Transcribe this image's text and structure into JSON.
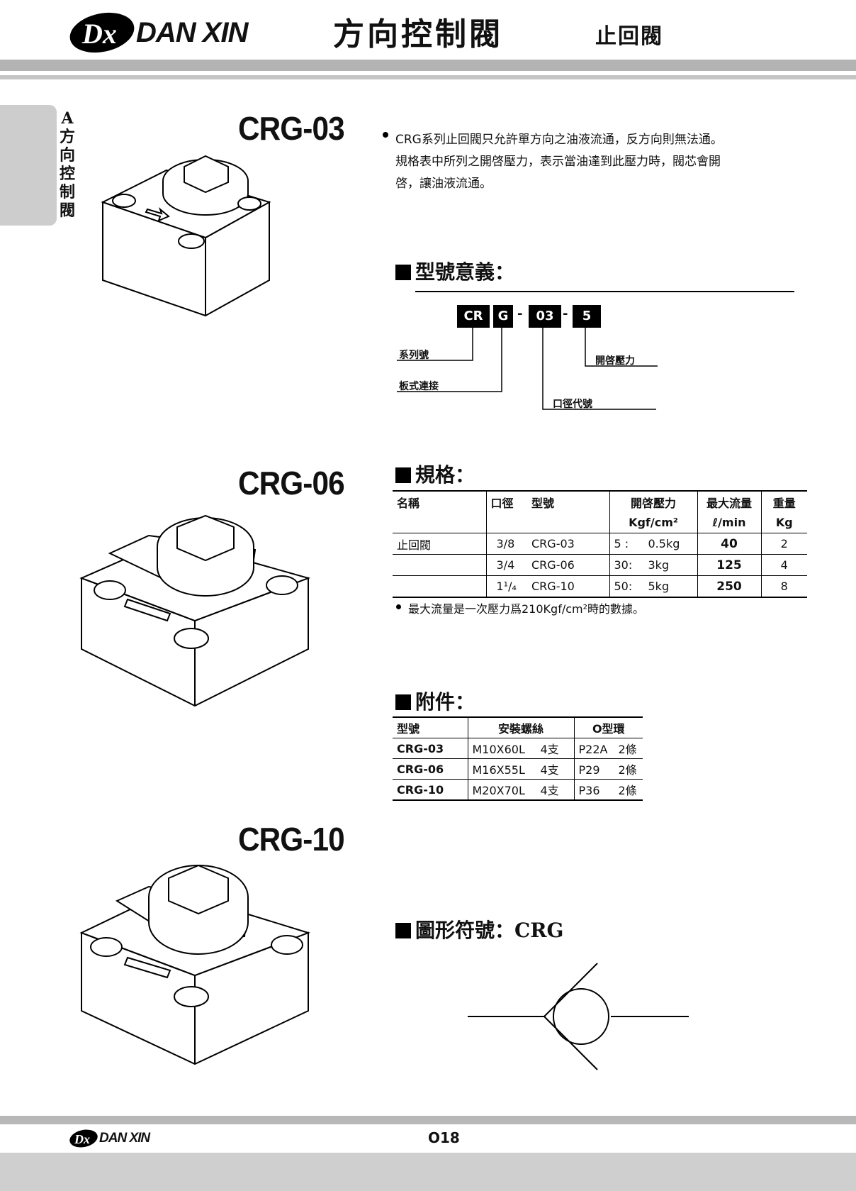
{
  "header": {
    "brand": "DAN XIN",
    "logo_letters": "Dx",
    "title": "方向控制閥",
    "subtitle": "止回閥"
  },
  "side_tab": {
    "chars": [
      "A",
      "方",
      "向",
      "控",
      "制",
      "閥"
    ]
  },
  "models": {
    "m1": "CRG-03",
    "m2": "CRG-06",
    "m3": "CRG-10"
  },
  "description": {
    "lines": [
      "CRG系列止回閥只允許單方向之油液流通，反方向則無法通。",
      "規格表中所列之開啓壓力，表示當油達到此壓力時，閥芯會開",
      "啓，讓油液流通。"
    ]
  },
  "model_code": {
    "heading": "型號意義：",
    "boxes": [
      "CR",
      "G",
      "03",
      "5"
    ],
    "dashes": [
      "-",
      "-"
    ],
    "labels": {
      "series": "系列號",
      "plate": "板式連接",
      "pressure": "開啓壓力",
      "size": "口徑代號"
    }
  },
  "spec": {
    "heading": "規格：",
    "headers": {
      "name": "名稱",
      "size": "口徑",
      "model": "型號",
      "pressure": "開啓壓力",
      "pressure_unit": "Kgf/cm²",
      "flow": "最大流量",
      "flow_unit": "ℓ/min",
      "weight": "重量",
      "weight_unit": "Kg"
    },
    "name_value": "止回閥",
    "rows": [
      {
        "size": "3/8",
        "model": "CRG-03",
        "p1": "5 :",
        "p2": "0.5kg",
        "flow": "40",
        "weight": "2"
      },
      {
        "size": "3/4",
        "model": "CRG-06",
        "p1": "30:",
        "p2": "3kg",
        "flow": "125",
        "weight": "4"
      },
      {
        "size": "1¹/₄",
        "model": "CRG-10",
        "p1": "50:",
        "p2": "5kg",
        "flow": "250",
        "weight": "8"
      }
    ],
    "note": "最大流量是一次壓力爲210Kgf/cm²時的數據。"
  },
  "accessories": {
    "heading": "附件：",
    "headers": [
      "型號",
      "安裝螺絲",
      "O型環"
    ],
    "rows": [
      {
        "model": "CRG-03",
        "screw": "M10X60L",
        "screw_qty": "4支",
        "oring": "P22A",
        "oring_qty": "2條"
      },
      {
        "model": "CRG-06",
        "screw": "M16X55L",
        "screw_qty": "4支",
        "oring": "P29",
        "oring_qty": "2條"
      },
      {
        "model": "CRG-10",
        "screw": "M20X70L",
        "screw_qty": "4支",
        "oring": "P36",
        "oring_qty": "2條"
      }
    ]
  },
  "symbol": {
    "heading": "圖形符號：CRG"
  },
  "footer": {
    "brand": "DAN XIN",
    "logo_letters": "Dx",
    "page": "O18"
  }
}
